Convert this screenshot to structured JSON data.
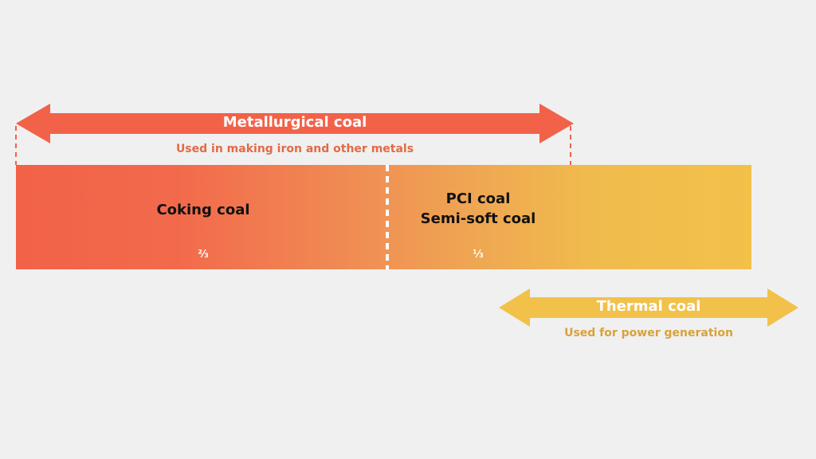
{
  "colors": {
    "background": "#f0f0f0",
    "metallurgical": "#f26249",
    "metallurgical_text": "#e26a45",
    "thermal": "#f2c14a",
    "thermal_text": "#d8a13a",
    "segment_text": "#111111",
    "divider": "#ffffff"
  },
  "metallurgical": {
    "title": "Metallurgical coal",
    "subtitle": "Used in making iron and other metals"
  },
  "thermal": {
    "title": "Thermal coal",
    "subtitle": "Used for power generation"
  },
  "segments": [
    {
      "label": "Coking coal",
      "share": "⅔"
    },
    {
      "label_line1": "PCI coal",
      "label_line2": "Semi-soft coal",
      "share": "⅓"
    }
  ]
}
